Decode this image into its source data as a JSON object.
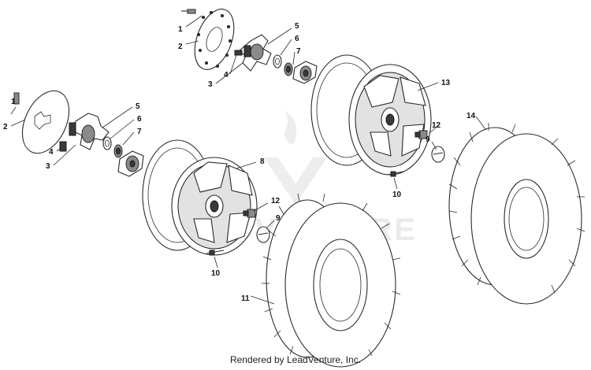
{
  "diagram": {
    "watermark_text": "ADVENTURE",
    "callouts": {
      "front_upper": [
        "1",
        "2",
        "3",
        "4",
        "5",
        "6",
        "7"
      ],
      "front_lower": [
        "1",
        "2",
        "3",
        "4",
        "5",
        "6",
        "7"
      ],
      "rear_rim": "13",
      "rear_lugnut": "12",
      "rear_cap": "9",
      "rear_valve": "10",
      "rear_tire": "14",
      "front_rim": "8",
      "front_lugnut": "12",
      "front_cap": "9",
      "front_valve": "10",
      "front_tire": "11"
    }
  },
  "footer": {
    "credit": "Rendered by LeadVenture, Inc."
  }
}
